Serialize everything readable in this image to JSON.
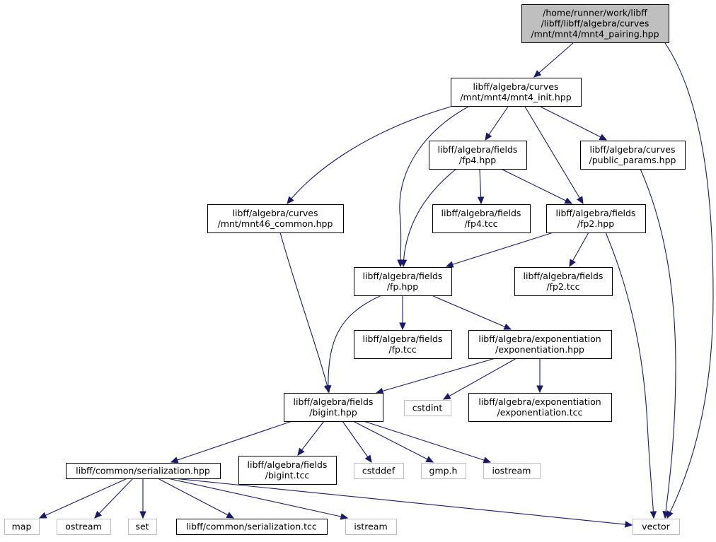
{
  "colors": {
    "edge": "#191970",
    "root_fill": "#bfbfbf",
    "node_fill": "#ffffff",
    "node_border": "#000000",
    "system_border": "#bfbfbf"
  },
  "nodes": [
    {
      "id": "root",
      "kind": "root",
      "label": [
        "/home/runner/work/libff",
        "/libff/libff/algebra/curves",
        "/mnt/mnt4/mnt4_pairing.hpp"
      ]
    },
    {
      "id": "mnt4_init",
      "kind": "file",
      "label": [
        "libff/algebra/curves",
        "/mnt/mnt4/mnt4_init.hpp"
      ]
    },
    {
      "id": "fp4_hpp",
      "kind": "file",
      "label": [
        "libff/algebra/fields",
        "/fp4.hpp"
      ]
    },
    {
      "id": "public_params",
      "kind": "file",
      "label": [
        "libff/algebra/curves",
        "/public_params.hpp"
      ]
    },
    {
      "id": "mnt46_common",
      "kind": "file",
      "label": [
        "libff/algebra/curves",
        "/mnt/mnt46_common.hpp"
      ]
    },
    {
      "id": "fp4_tcc",
      "kind": "file",
      "label": [
        "libff/algebra/fields",
        "/fp4.tcc"
      ]
    },
    {
      "id": "fp2_hpp",
      "kind": "file",
      "label": [
        "libff/algebra/fields",
        "/fp2.hpp"
      ]
    },
    {
      "id": "fp_hpp",
      "kind": "file",
      "label": [
        "libff/algebra/fields",
        "/fp.hpp"
      ]
    },
    {
      "id": "fp2_tcc",
      "kind": "file",
      "label": [
        "libff/algebra/fields",
        "/fp2.tcc"
      ]
    },
    {
      "id": "fp_tcc",
      "kind": "file",
      "label": [
        "libff/algebra/fields",
        "/fp.tcc"
      ]
    },
    {
      "id": "exp_hpp",
      "kind": "file",
      "label": [
        "libff/algebra/exponentiation",
        "/exponentiation.hpp"
      ]
    },
    {
      "id": "bigint_hpp",
      "kind": "file",
      "label": [
        "libff/algebra/fields",
        "/bigint.hpp"
      ]
    },
    {
      "id": "cstdint",
      "kind": "system",
      "label": [
        "cstdint"
      ]
    },
    {
      "id": "exp_tcc",
      "kind": "file",
      "label": [
        "libff/algebra/exponentiation",
        "/exponentiation.tcc"
      ]
    },
    {
      "id": "serialization_hpp",
      "kind": "file",
      "label": [
        "libff/common/serialization.hpp"
      ]
    },
    {
      "id": "bigint_tcc",
      "kind": "file",
      "label": [
        "libff/algebra/fields",
        "/bigint.tcc"
      ]
    },
    {
      "id": "cstddef",
      "kind": "system",
      "label": [
        "cstddef"
      ]
    },
    {
      "id": "gmp_h",
      "kind": "system",
      "label": [
        "gmp.h"
      ]
    },
    {
      "id": "iostream",
      "kind": "system",
      "label": [
        "iostream"
      ]
    },
    {
      "id": "map",
      "kind": "system",
      "label": [
        "map"
      ]
    },
    {
      "id": "ostream",
      "kind": "system",
      "label": [
        "ostream"
      ]
    },
    {
      "id": "set",
      "kind": "system",
      "label": [
        "set"
      ]
    },
    {
      "id": "serialization_tcc",
      "kind": "file",
      "label": [
        "libff/common/serialization.tcc"
      ]
    },
    {
      "id": "istream",
      "kind": "system",
      "label": [
        "istream"
      ]
    },
    {
      "id": "vector",
      "kind": "system",
      "label": [
        "vector"
      ]
    }
  ],
  "edges": [
    {
      "from": "root",
      "to": "mnt4_init"
    },
    {
      "from": "root",
      "to": "vector"
    },
    {
      "from": "mnt4_init",
      "to": "mnt46_common"
    },
    {
      "from": "mnt4_init",
      "to": "fp_hpp"
    },
    {
      "from": "mnt4_init",
      "to": "fp4_hpp"
    },
    {
      "from": "mnt4_init",
      "to": "fp2_hpp"
    },
    {
      "from": "mnt4_init",
      "to": "public_params"
    },
    {
      "from": "fp4_hpp",
      "to": "fp_hpp"
    },
    {
      "from": "fp4_hpp",
      "to": "fp4_tcc"
    },
    {
      "from": "fp4_hpp",
      "to": "fp2_hpp"
    },
    {
      "from": "public_params",
      "to": "vector"
    },
    {
      "from": "mnt46_common",
      "to": "bigint_hpp"
    },
    {
      "from": "fp2_hpp",
      "to": "fp_hpp"
    },
    {
      "from": "fp2_hpp",
      "to": "fp2_tcc"
    },
    {
      "from": "fp2_hpp",
      "to": "vector"
    },
    {
      "from": "fp_hpp",
      "to": "bigint_hpp"
    },
    {
      "from": "fp_hpp",
      "to": "fp_tcc"
    },
    {
      "from": "fp_hpp",
      "to": "exp_hpp"
    },
    {
      "from": "exp_hpp",
      "to": "bigint_hpp"
    },
    {
      "from": "exp_hpp",
      "to": "cstdint"
    },
    {
      "from": "exp_hpp",
      "to": "exp_tcc"
    },
    {
      "from": "bigint_hpp",
      "to": "serialization_hpp"
    },
    {
      "from": "bigint_hpp",
      "to": "bigint_tcc"
    },
    {
      "from": "bigint_hpp",
      "to": "cstddef"
    },
    {
      "from": "bigint_hpp",
      "to": "gmp_h"
    },
    {
      "from": "bigint_hpp",
      "to": "iostream"
    },
    {
      "from": "serialization_hpp",
      "to": "map"
    },
    {
      "from": "serialization_hpp",
      "to": "ostream"
    },
    {
      "from": "serialization_hpp",
      "to": "set"
    },
    {
      "from": "serialization_hpp",
      "to": "serialization_tcc"
    },
    {
      "from": "serialization_hpp",
      "to": "istream"
    },
    {
      "from": "serialization_hpp",
      "to": "vector"
    }
  ]
}
